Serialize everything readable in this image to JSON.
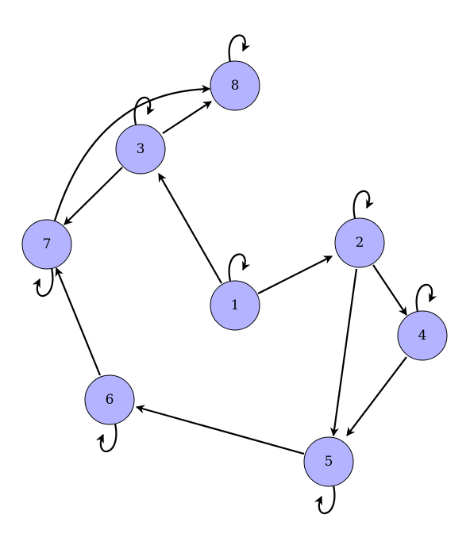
{
  "graph": {
    "colors": {
      "node_fill": "#b3b3ff",
      "edge": "#000000"
    },
    "nodes": [
      {
        "id": "1",
        "label": "1"
      },
      {
        "id": "2",
        "label": "2"
      },
      {
        "id": "3",
        "label": "3"
      },
      {
        "id": "4",
        "label": "4"
      },
      {
        "id": "5",
        "label": "5"
      },
      {
        "id": "6",
        "label": "6"
      },
      {
        "id": "7",
        "label": "7"
      },
      {
        "id": "8",
        "label": "8"
      }
    ],
    "edges": [
      {
        "from": "1",
        "to": "2"
      },
      {
        "from": "1",
        "to": "3"
      },
      {
        "from": "2",
        "to": "4"
      },
      {
        "from": "2",
        "to": "5"
      },
      {
        "from": "3",
        "to": "7"
      },
      {
        "from": "3",
        "to": "8"
      },
      {
        "from": "4",
        "to": "5"
      },
      {
        "from": "5",
        "to": "6"
      },
      {
        "from": "6",
        "to": "7"
      },
      {
        "from": "7",
        "to": "8"
      }
    ],
    "self_loops": [
      "1",
      "2",
      "3",
      "4",
      "5",
      "6",
      "7",
      "8"
    ]
  }
}
